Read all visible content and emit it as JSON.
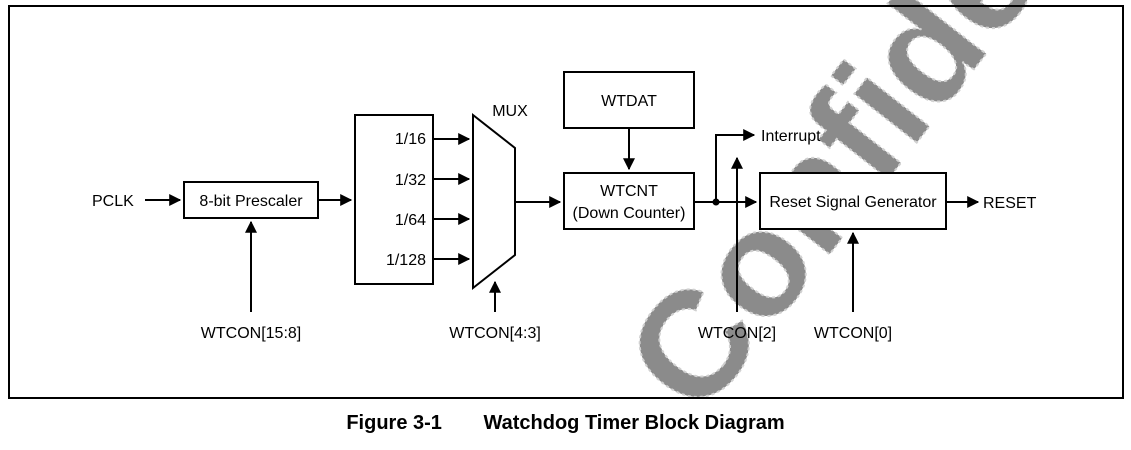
{
  "inputs": {
    "clock": "PCLK",
    "output": "RESET",
    "interrupt": "Interrupt"
  },
  "blocks": {
    "prescaler": "8-bit Prescaler",
    "mux": "MUX",
    "wtdat": "WTDAT",
    "wtcnt_line1": "WTCNT",
    "wtcnt_line2": "(Down Counter)",
    "reset_gen": "Reset Signal Generator"
  },
  "dividers": [
    "1/16",
    "1/32",
    "1/64",
    "1/128"
  ],
  "controls": {
    "prescaler_ctrl": "WTCON[15:8]",
    "mux_ctrl": "WTCON[4:3]",
    "interrupt_ctrl": "WTCON[2]",
    "reset_ctrl": "WTCON[0]"
  },
  "caption": {
    "number": "Figure 3-1",
    "title": "Watchdog Timer Block Diagram"
  },
  "watermark": "Confidential"
}
